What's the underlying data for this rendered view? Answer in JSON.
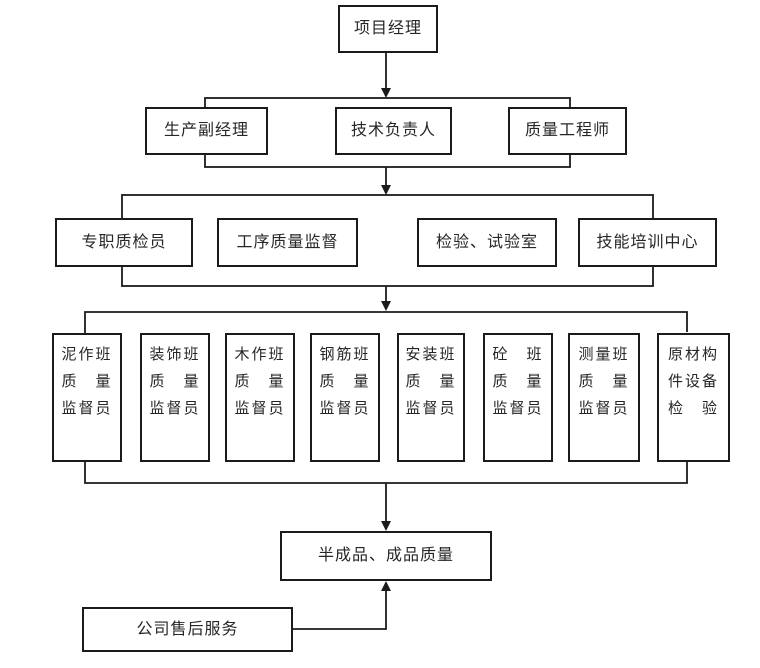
{
  "nodes": {
    "project_manager": "项目经理",
    "row2": [
      "生产副经理",
      "技术负责人",
      "质量工程师"
    ],
    "row3": [
      "专职质检员",
      "工序质量监督",
      "检验、试验室",
      "技能培训中心"
    ],
    "teams": [
      {
        "lines": [
          "泥作班",
          "质　量",
          "监督员"
        ]
      },
      {
        "lines": [
          "装饰班",
          "质　量",
          "监督员"
        ]
      },
      {
        "lines": [
          "木作班",
          "质　量",
          "监督员"
        ]
      },
      {
        "lines": [
          "钢筋班",
          "质　量",
          "监督员"
        ]
      },
      {
        "lines": [
          "安装班",
          "质　量",
          "监督员"
        ]
      },
      {
        "lines": [
          "砼　班",
          "质　量",
          "监督员"
        ]
      },
      {
        "lines": [
          "测量班",
          "质　量",
          "监督员"
        ]
      },
      {
        "lines": [
          "原材构",
          "件设备",
          "检　验"
        ]
      }
    ],
    "semi_finished": "半成品、成品质量",
    "after_sales": "公司售后服务"
  },
  "colors": {
    "line": "#1b1b1b",
    "border": "#1b1b1b",
    "text": "#262626",
    "background": "#ffffff"
  }
}
